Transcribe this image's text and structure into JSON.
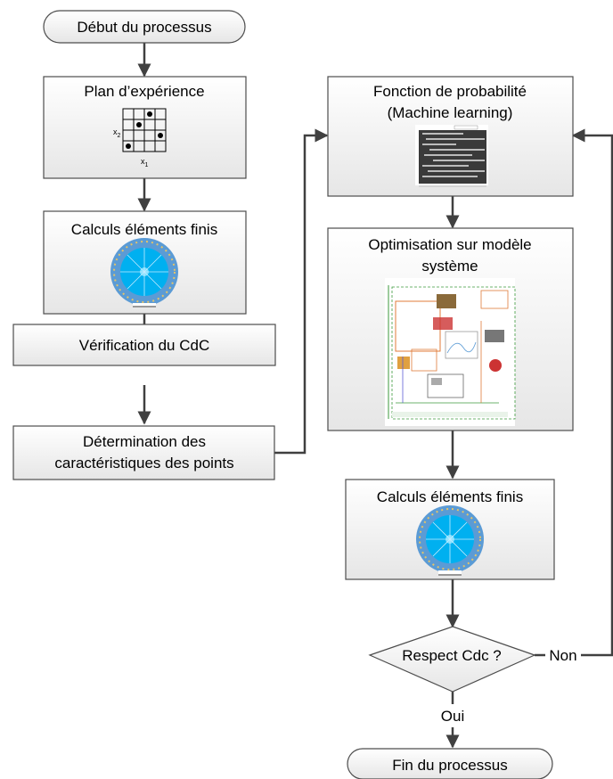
{
  "start": {
    "label": "Début du processus"
  },
  "plan": {
    "label": "Plan d’expérience",
    "axis_y": "x",
    "axis_y_sub": "2",
    "axis_x": "x",
    "axis_x_sub": "1"
  },
  "fem_left": {
    "label": "Calculs éléments finis"
  },
  "verif": {
    "label": "Vérification du CdC"
  },
  "determination": {
    "line1": "Détermination des",
    "line2": "caractéristiques des points"
  },
  "proba": {
    "line1": "Fonction de probabilité",
    "line2": "(Machine learning)"
  },
  "optim": {
    "line1": "Optimisation sur modèle",
    "line2": "système"
  },
  "fem_right": {
    "label": "Calculs éléments finis"
  },
  "decision": {
    "label": "Respect Cdc ?",
    "no_label": "Non",
    "yes_label": "Oui"
  },
  "end": {
    "label": "Fin du processus"
  },
  "colors": {
    "box_border": "#4d4d4d",
    "arrow": "#404040",
    "disc_outer": "#5b9bd5",
    "disc_inner": "#00b0f0"
  }
}
